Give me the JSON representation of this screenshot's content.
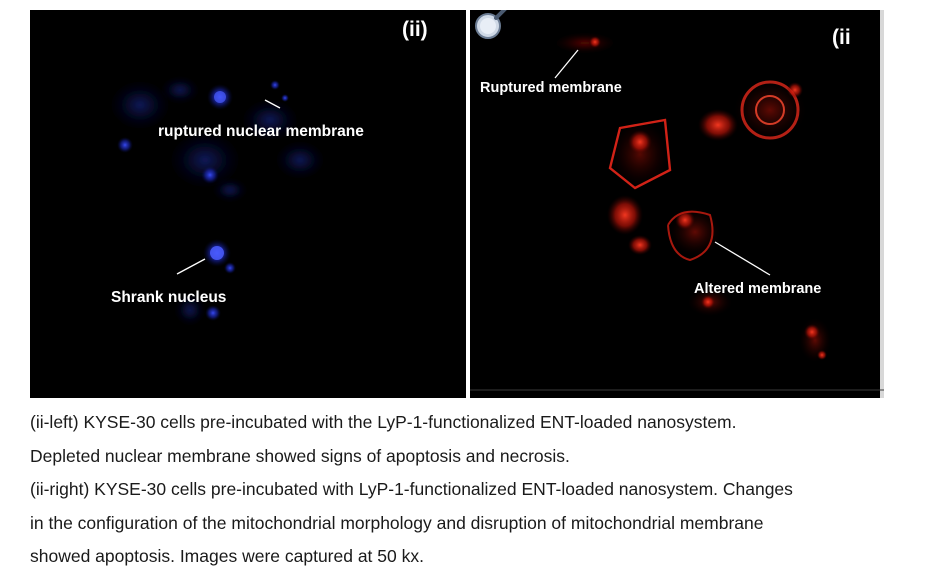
{
  "left_panel": {
    "roman": "(ii)",
    "labels": {
      "ruptured_nuclear_membrane": "ruptured  nuclear membrane",
      "shrank_nucleus": "Shrank nucleus"
    },
    "fluorescence_color": "#2a3cff"
  },
  "right_panel": {
    "roman": "(ii",
    "labels": {
      "ruptured_membrane": "Ruptured  membrane",
      "altered_membrane": "Altered  membrane"
    },
    "fluorescence_color": "#ff2a1a",
    "magnifier_icon": "magnifier-icon"
  },
  "caption": {
    "line1": "(ii-left) KYSE-30 cells pre-incubated with the LyP-1-functionalized ENT-loaded nanosystem.",
    "line2": "Depleted nuclear membrane showed signs of apoptosis and necrosis.",
    "line3": "(ii-right) KYSE-30 cells pre-incubated with LyP-1-functionalized ENT-loaded nanosystem. Changes",
    "line4": "in the configuration of the mitochondrial morphology and disruption of mitochondrial membrane",
    "line5": "showed apoptosis. Images were captured at 50 kx."
  }
}
